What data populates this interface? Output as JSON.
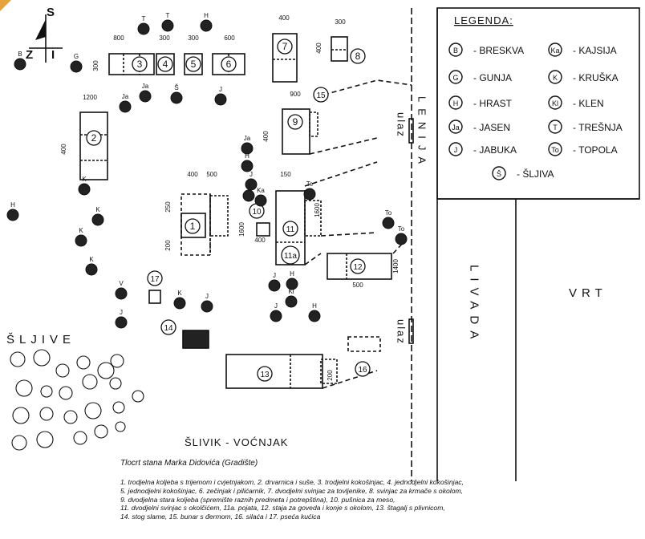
{
  "colors": {
    "ink": "#111111",
    "paper": "#ffffff",
    "tree_fill": "#222222",
    "corner_mark": "#e8a23a"
  },
  "compass": {
    "north": "S",
    "west": "Z",
    "east": "I"
  },
  "legend": {
    "title": "LEGENDA:",
    "items": [
      {
        "symbol": "B",
        "name": "BRESKVA"
      },
      {
        "symbol": "Ka",
        "name": "KAJSIJA"
      },
      {
        "symbol": "G",
        "name": "GUNJA"
      },
      {
        "symbol": "K",
        "name": "KRUŠKA"
      },
      {
        "symbol": "H",
        "name": "HRAST"
      },
      {
        "symbol": "Kl",
        "name": "KLEN"
      },
      {
        "symbol": "Ja",
        "name": "JASEN"
      },
      {
        "symbol": "T",
        "name": "TREŠNJA"
      },
      {
        "symbol": "J",
        "name": "JABUKA"
      },
      {
        "symbol": "To",
        "name": "TOPOLA"
      },
      {
        "symbol": "Š",
        "name": "ŠLJIVA"
      }
    ]
  },
  "areas": {
    "lenija": "LENIJA",
    "livada": "LIVADA",
    "vrt": "VRT",
    "sljive": "ŠLJIVE",
    "slivik": "ŠLIVIK - VOĆNJAK",
    "ulaz_top": "ulaz",
    "ulaz_bottom": "ulaz"
  },
  "buildings": [
    "1",
    "2",
    "3",
    "4",
    "5",
    "6",
    "7",
    "8",
    "9",
    "10",
    "11",
    "11a",
    "12",
    "13",
    "14",
    "15",
    "16",
    "17"
  ],
  "dimensions": [
    "800",
    "300",
    "300",
    "600",
    "400",
    "300",
    "300",
    "400",
    "1200",
    "400",
    "900",
    "400",
    "150",
    "400",
    "500",
    "250",
    "200",
    "1600",
    "400",
    "1600",
    "500",
    "1400",
    "200"
  ],
  "tree_labels": [
    "T",
    "T",
    "H",
    "B",
    "G",
    "Ja",
    "Ja",
    "Š",
    "J",
    "Ja",
    "H",
    "J",
    "J",
    "K",
    "K",
    "K",
    "K",
    "Ka",
    "Te",
    "To",
    "To",
    "J",
    "H",
    "Kl",
    "J",
    "H",
    "V",
    "K",
    "J",
    "J",
    "H"
  ],
  "caption": {
    "title": "Tlocrt stana Marka Didovića (Gradište)",
    "lines": [
      "1. trodjelna koljeba s trijemom i cvjetnjakom, 2. drvarnica i suše, 3. trodjelni kokošinjac, 4. jednodjelni kokošinjac,",
      "5. jednodjelni kokošinjac, 6. zečinjak i pilićarnik, 7. dvodjelni svinjac za tovljenike, 8. svinjac za krmače s okolom,",
      "9. dvodjelna stara koljeba (spremište raznih predmeta i potrepština), 10. pušnica za meso,",
      "11. dvodjelni svinjac s okolčićem, 11a. pojata, 12. staja za goveda i konje s okolom, 13. štagalj s plivnicom,",
      "14. stog slame, 15. bunar s đermom, 16. silaća i 17. pseća kućica"
    ]
  }
}
